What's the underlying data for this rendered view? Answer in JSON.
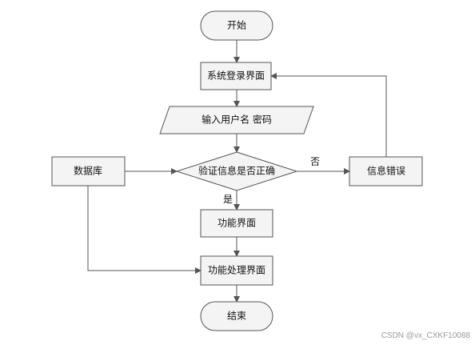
{
  "flowchart": {
    "nodes": {
      "start": "开始",
      "login": "系统登录界面",
      "input": "输入用户名 密码",
      "verify": "验证信息是否正确",
      "database": "数据库",
      "error": "信息错误",
      "function_ui": "功能界面",
      "process_ui": "功能处理界面",
      "end": "结束"
    },
    "edge_labels": {
      "no": "否",
      "yes": "是"
    }
  },
  "watermark": "CSDN @vx_CXKF10088",
  "colors": {
    "node_fill": "#f4f4f4",
    "stroke": "#555555",
    "text": "#111111"
  }
}
